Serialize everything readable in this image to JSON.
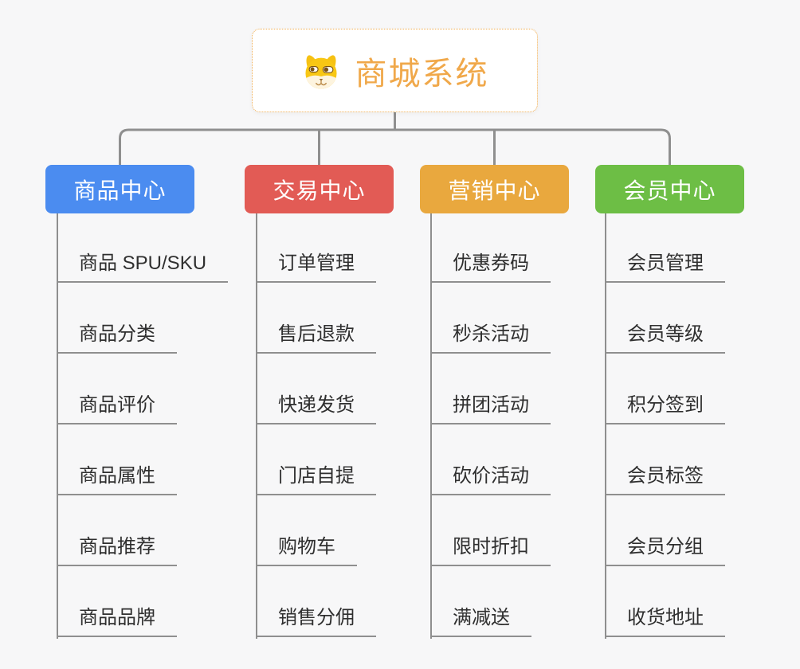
{
  "colors": {
    "background": "#f7f7f8",
    "connector": "#8f8f8f"
  },
  "root": {
    "title": "商城系统",
    "title_color": "#f0a84a",
    "border_color": "#f0ac4e",
    "icon": "doge-icon"
  },
  "branches": [
    {
      "label": "商品中心",
      "color": "#4b8cf0",
      "children": [
        "商品 SPU/SKU",
        "商品分类",
        "商品评价",
        "商品属性",
        "商品推荐",
        "商品品牌"
      ]
    },
    {
      "label": "交易中心",
      "color": "#e25b55",
      "children": [
        "订单管理",
        "售后退款",
        "快递发货",
        "门店自提",
        "购物车",
        "销售分佣"
      ]
    },
    {
      "label": "营销中心",
      "color": "#e9a83e",
      "children": [
        "优惠券码",
        "秒杀活动",
        "拼团活动",
        "砍价活动",
        "限时折扣",
        "满减送"
      ]
    },
    {
      "label": "会员中心",
      "color": "#6dbe45",
      "children": [
        "会员管理",
        "会员等级",
        "积分签到",
        "会员标签",
        "会员分组",
        "收货地址"
      ]
    }
  ]
}
